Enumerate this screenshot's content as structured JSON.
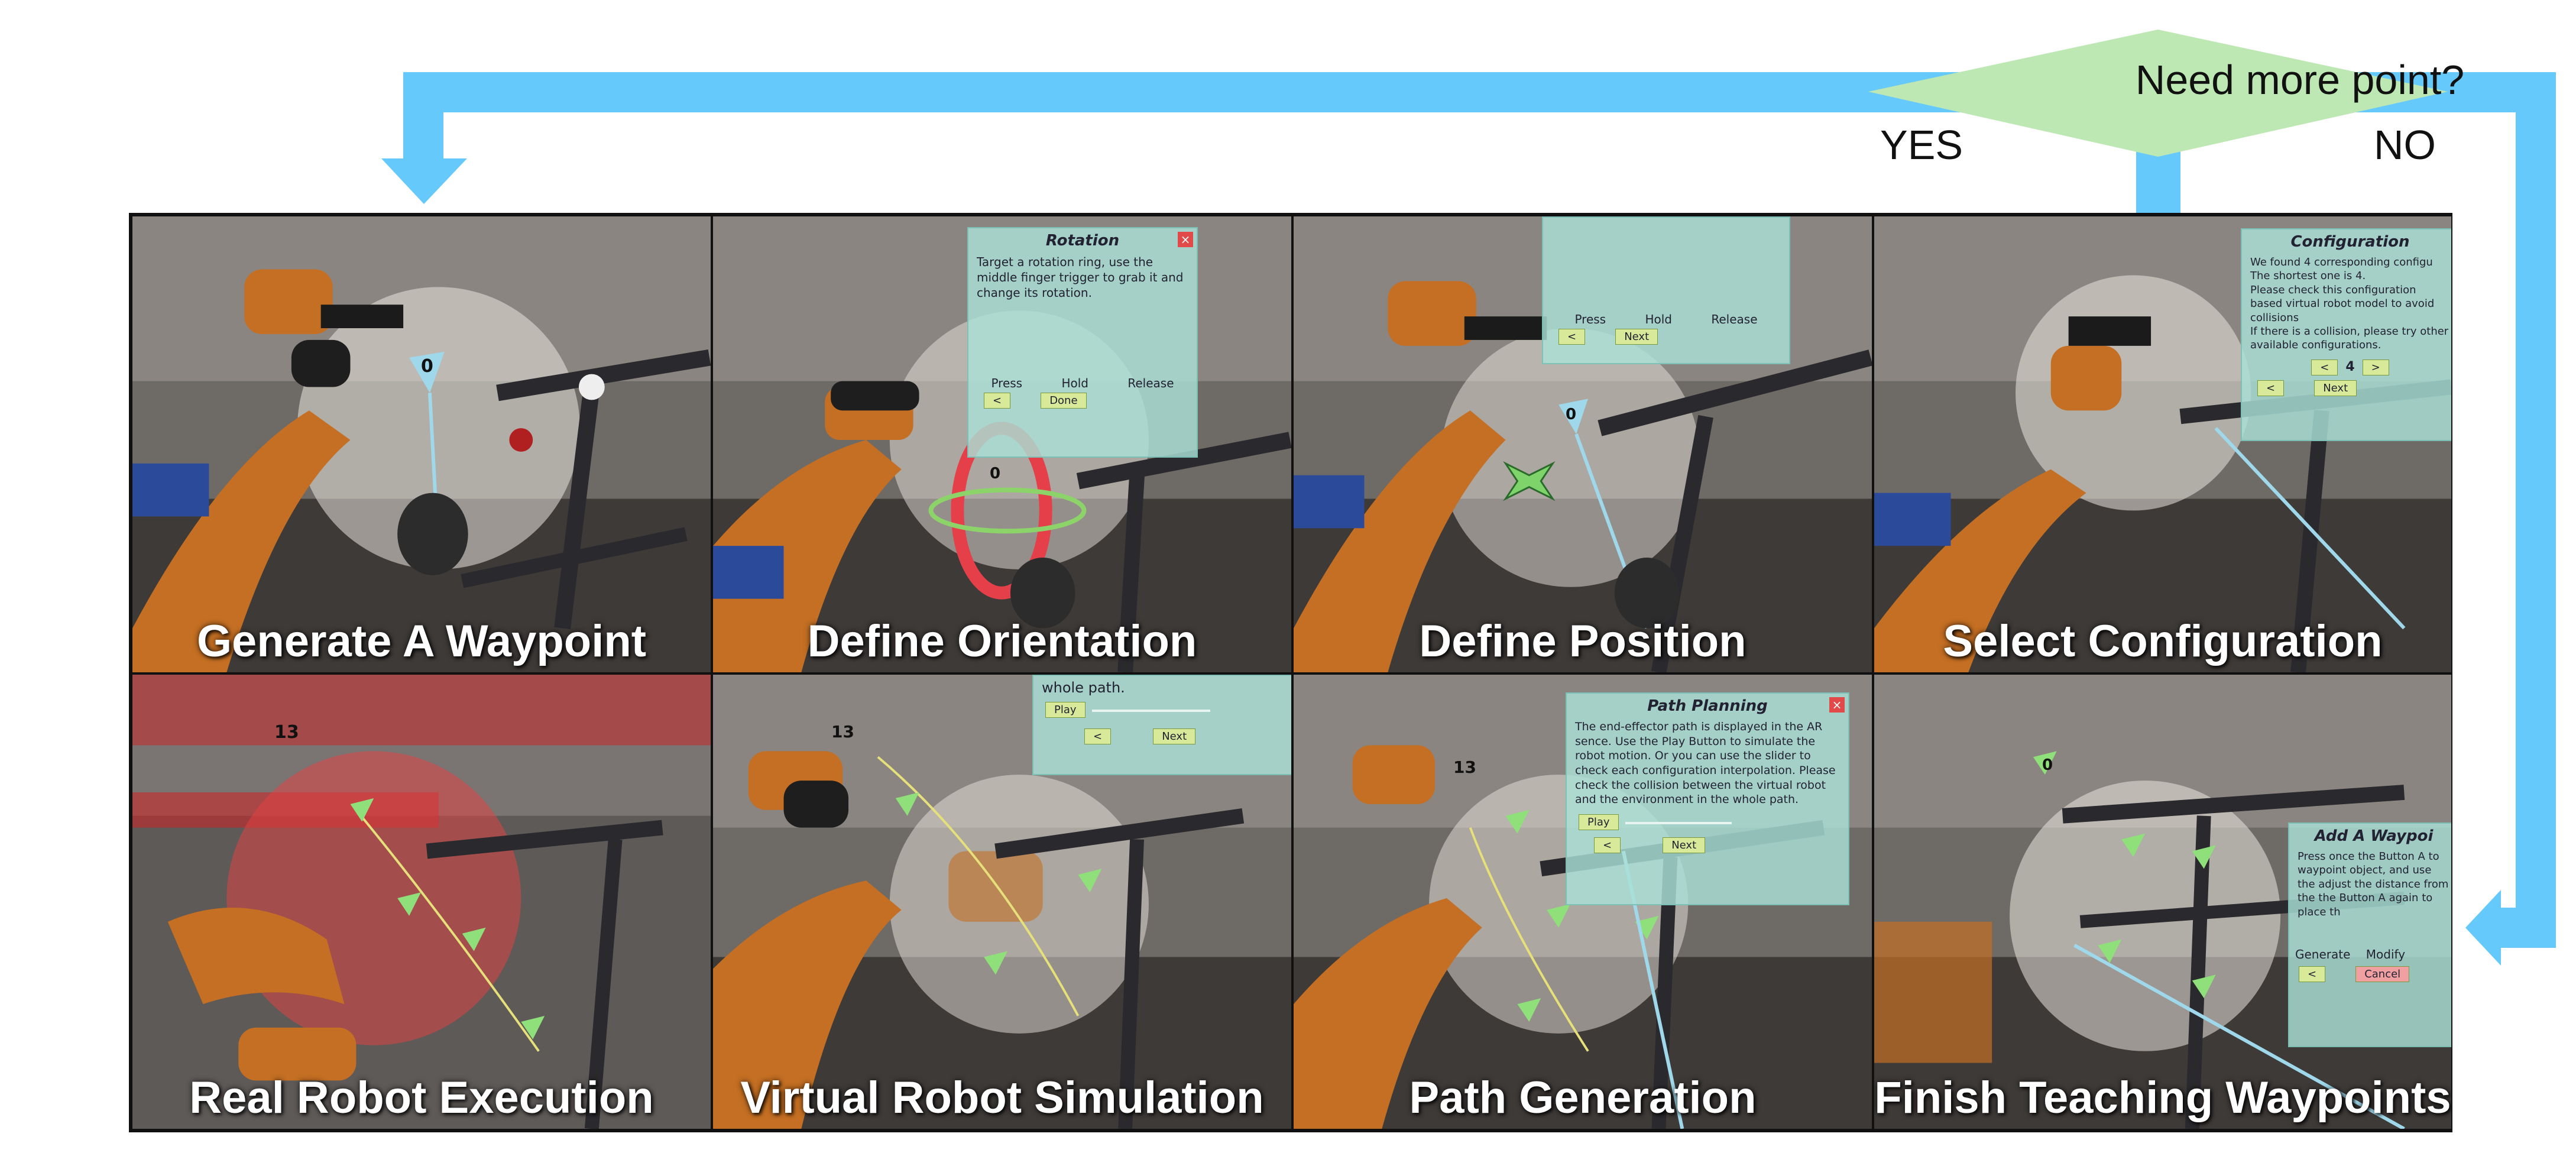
{
  "decision": {
    "question": "Need more point?",
    "yes": "YES",
    "no": "NO"
  },
  "colors": {
    "flow_arrow": "#66c9fb",
    "decision_fill": "#bde8b3"
  },
  "panels": [
    {
      "caption": "Generate A Waypoint"
    },
    {
      "caption": "Define Orientation"
    },
    {
      "caption": "Define Position"
    },
    {
      "caption": "Select Configuration"
    },
    {
      "caption": "Real Robot Execution"
    },
    {
      "caption": "Virtual Robot Simulation"
    },
    {
      "caption": "Path Generation"
    },
    {
      "caption": "Finish Teaching Waypoints"
    }
  ],
  "cards": {
    "rotation": {
      "title": "Rotation",
      "body": "Target a rotation ring, use the middle finger trigger to grab it and change its rotation.",
      "press": "Press",
      "hold": "Hold",
      "release": "Release",
      "back": "<",
      "done": "Done"
    },
    "position": {
      "press": "Press",
      "hold": "Hold",
      "release": "Release",
      "back": "<",
      "next": "Next"
    },
    "configuration": {
      "title": "Configuration",
      "line1": "We found 4 corresponding configu",
      "line2": "The shortest one is 4.",
      "line3": "Please check this configuration based virtual robot model to avoid collisions",
      "line4": "If there is a collision, please try other available configurations.",
      "value": "4",
      "prev": "<",
      "nextArrow": ">",
      "back": "<",
      "next": "Next"
    },
    "simulation": {
      "line1": "whole path.",
      "play": "Play",
      "back": "<",
      "next": "Next"
    },
    "path": {
      "title": "Path Planning",
      "body": "The end-effector path is displayed in the AR sence. Use the Play Button to simulate the robot motion. Or you can use the slider to check each configuration interpolation. Please check the collision between the virtual robot and the environment in the whole path.",
      "play": "Play",
      "back": "<",
      "next": "Next"
    },
    "waypoint": {
      "title": "Add A Waypoi",
      "body": "Press once the Button A to waypoint object, and use the adjust the distance from the the Button A again to place th",
      "generate": "Generate",
      "modify": "Modify",
      "back": "<",
      "cancel": "Cancel"
    }
  },
  "markers": {
    "p1": "0",
    "p2": "0",
    "p3": "0",
    "p5": "13",
    "p6": "13",
    "p7": "13",
    "p8": "0"
  }
}
